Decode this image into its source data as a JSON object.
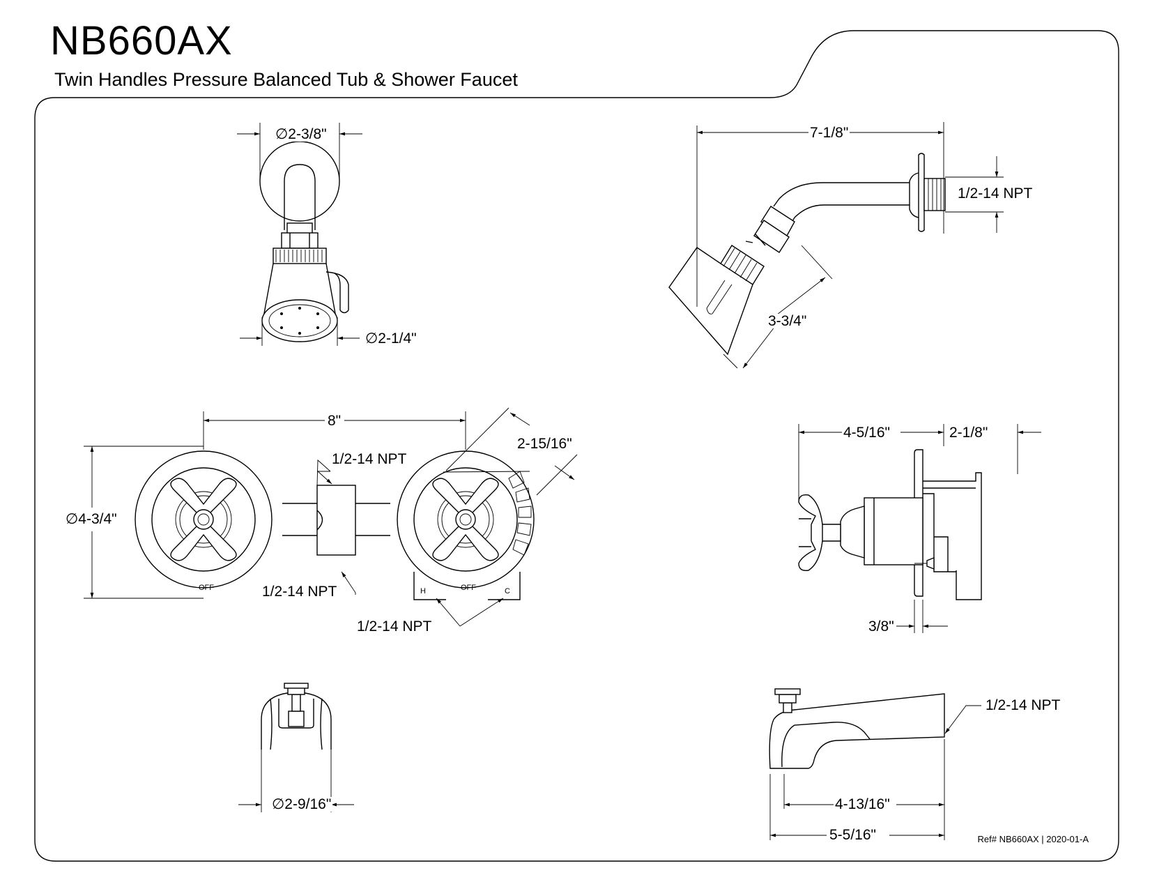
{
  "header": {
    "model_code": "NB660AX",
    "subtitle": "Twin Handles Pressure Balanced Tub & Shower Faucet"
  },
  "dimensions": {
    "showerhead_front_flange": "∅2-3/8\"",
    "showerhead_front_face": "∅2-1/4\"",
    "showerhead_side_length": "7-1/8\"",
    "showerhead_side_npt": "1/2-14 NPT",
    "showerhead_side_head": "3-3/4\"",
    "valve_front_center": "8\"",
    "valve_front_npt_top": "1/2-14 NPT",
    "valve_front_escutcheon": "∅4-3/4\"",
    "valve_front_handle": "2-15/16\"",
    "valve_front_npt_bottom": "1/2-14 NPT",
    "valve_front_npt_inlets": "1/2-14 NPT",
    "valve_side_depth": "4-5/16\"",
    "valve_side_rough": "2-1/8\"",
    "valve_side_plate": "3/8\"",
    "spout_front_width": "∅2-9/16\"",
    "spout_side_npt": "1/2-14 NPT",
    "spout_side_reach": "4-13/16\"",
    "spout_side_length": "5-5/16\""
  },
  "markings": {
    "off_left": "OFF",
    "off_right": "OFF",
    "hot": "H",
    "cold": "C"
  },
  "footer": {
    "reference": "Ref# NB660AX | 2020-01-A"
  }
}
